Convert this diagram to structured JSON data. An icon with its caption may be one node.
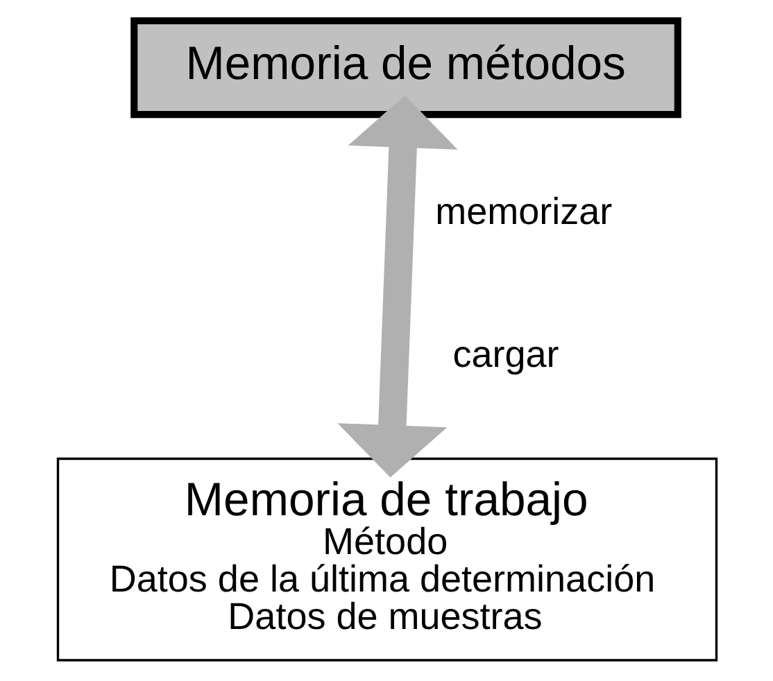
{
  "diagram": {
    "nodes": [
      {
        "text": [
          "Memoria de métodos"
        ]
      },
      {
        "text": [
          "Memoria de trabajo",
          "Método",
          "Datos de la última determinación",
          "Datos de muestras"
        ]
      }
    ],
    "edges": [
      {
        "from": 0,
        "to": 1,
        "arrow": "both"
      }
    ],
    "labels": [
      "memorizar",
      "cargar"
    ]
  }
}
